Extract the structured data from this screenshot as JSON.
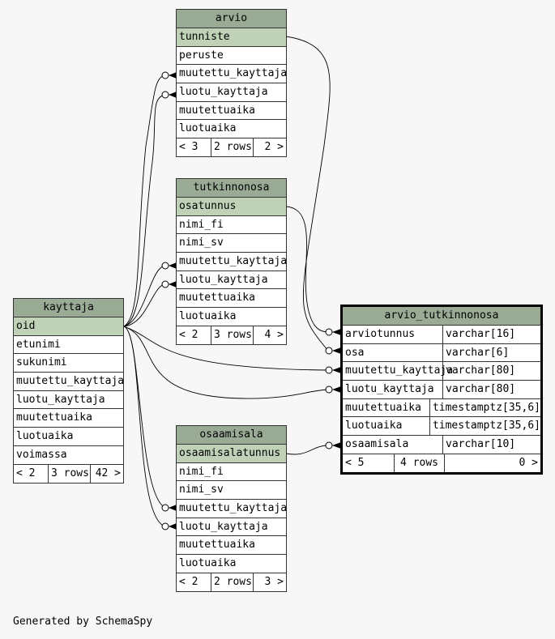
{
  "credit": "Generated by SchemaSpy",
  "tables": {
    "arvio": {
      "name": "arvio",
      "columns": [
        "tunniste",
        "peruste",
        "muutettu_kayttaja",
        "luotu_kayttaja",
        "muutettuaika",
        "luotuaika"
      ],
      "footer": {
        "parents": "< 3",
        "rows": "2 rows",
        "children": "2 >"
      }
    },
    "tutkinnonosa": {
      "name": "tutkinnonosa",
      "columns": [
        "osatunnus",
        "nimi_fi",
        "nimi_sv",
        "muutettu_kayttaja",
        "luotu_kayttaja",
        "muutettuaika",
        "luotuaika"
      ],
      "footer": {
        "parents": "< 2",
        "rows": "3 rows",
        "children": "4 >"
      }
    },
    "kayttaja": {
      "name": "kayttaja",
      "columns": [
        "oid",
        "etunimi",
        "sukunimi",
        "muutettu_kayttaja",
        "luotu_kayttaja",
        "muutettuaika",
        "luotuaika",
        "voimassa"
      ],
      "footer": {
        "parents": "< 2",
        "rows": "3 rows",
        "children": "42 >"
      }
    },
    "osaamisala": {
      "name": "osaamisala",
      "columns": [
        "osaamisalatunnus",
        "nimi_fi",
        "nimi_sv",
        "muutettu_kayttaja",
        "luotu_kayttaja",
        "muutettuaika",
        "luotuaika"
      ],
      "footer": {
        "parents": "< 2",
        "rows": "2 rows",
        "children": "3 >"
      }
    },
    "arvio_tutkinnonosa": {
      "name": "arvio_tutkinnonosa",
      "columns": [
        {
          "name": "arviotunnus",
          "type": "varchar[16]"
        },
        {
          "name": "osa",
          "type": "varchar[6]"
        },
        {
          "name": "muutettu_kayttaja",
          "type": "varchar[80]"
        },
        {
          "name": "luotu_kayttaja",
          "type": "varchar[80]"
        },
        {
          "name": "muutettuaika",
          "type": "timestamptz[35,6]"
        },
        {
          "name": "luotuaika",
          "type": "timestamptz[35,6]"
        },
        {
          "name": "osaamisala",
          "type": "varchar[10]"
        }
      ],
      "footer": {
        "parents": "< 5",
        "rows": "4 rows",
        "children": "0 >"
      }
    }
  }
}
